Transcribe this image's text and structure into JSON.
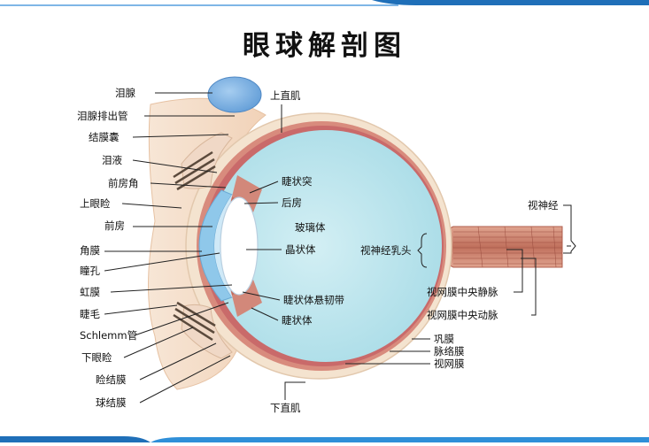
{
  "title": "眼球解剖图",
  "colors": {
    "title_text": "#111111",
    "top_band": "#1f6fb8",
    "bottom_band": "#1f6fb8",
    "vitreous": "#bfe6ee",
    "sclera": "#f4e3cf",
    "retina": "#c96a6a",
    "choroid": "#d88b7d",
    "lacrimal_gland": "#7fb1e0",
    "nerve": "#c87a6a"
  },
  "labels": {
    "lacrimal_gland": "泪腺",
    "lacrimal_duct": "泪腺排出管",
    "conjunctival_sac": "结膜囊",
    "tears": "泪液",
    "anterior_chamber_angle": "前房角",
    "upper_eyelid": "上眼睑",
    "anterior_chamber": "前房",
    "cornea": "角膜",
    "pupil": "瞳孔",
    "iris": "虹膜",
    "eyelash": "睫毛",
    "schlemm_canal": "Schlemm管",
    "lower_eyelid": "下眼睑",
    "palpebral_conjunctiva": "睑结膜",
    "bulbar_conjunctiva": "球结膜",
    "superior_rectus": "上直肌",
    "ciliary_process": "睫状突",
    "posterior_chamber": "后房",
    "vitreous_body": "玻璃体",
    "lens": "晶状体",
    "optic_disc": "视神经乳头",
    "zonule": "睫状体悬韧带",
    "ciliary_body": "睫状体",
    "optic_nerve": "视神经",
    "central_retinal_vein": "视网膜中央静脉",
    "central_retinal_artery": "视网膜中央动脉",
    "sclera": "巩膜",
    "choroid": "脉络膜",
    "retina": "视网膜",
    "inferior_rectus": "下直肌"
  }
}
